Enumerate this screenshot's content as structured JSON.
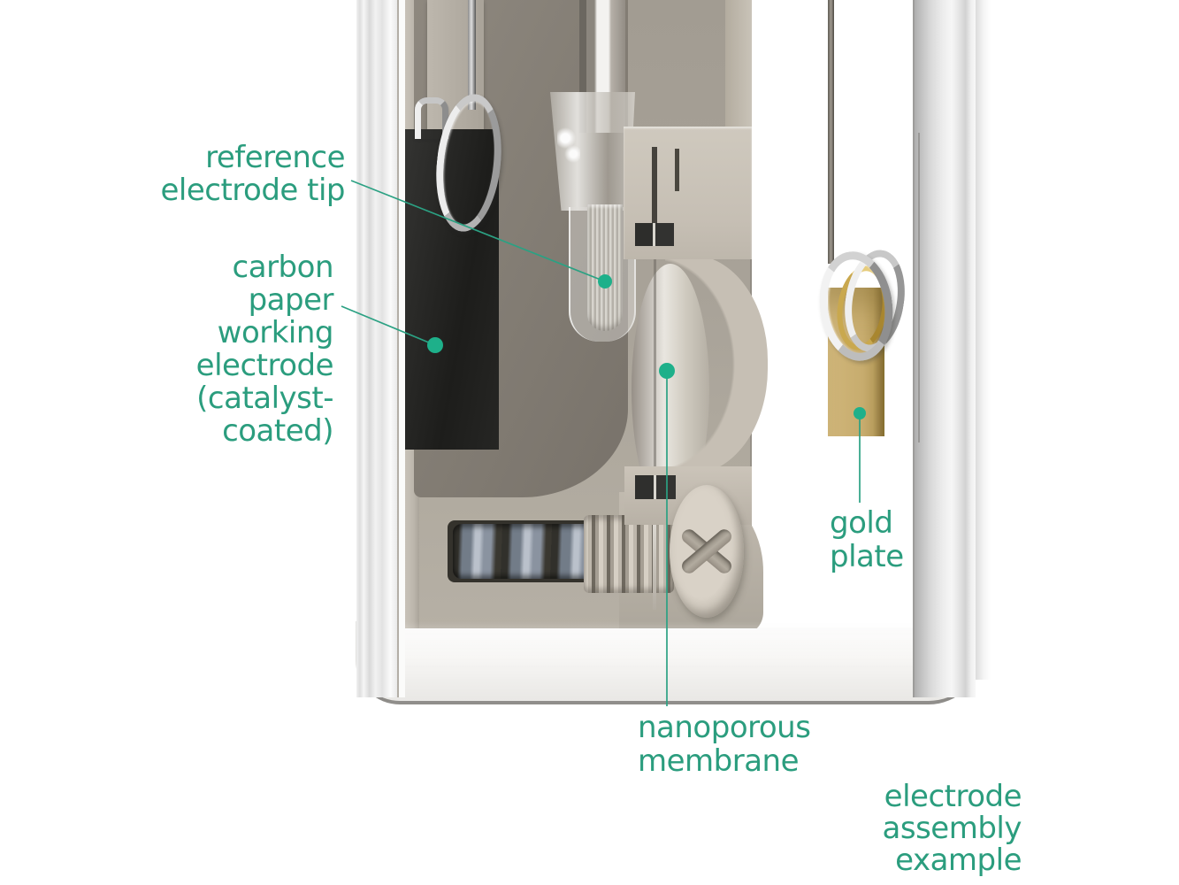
{
  "colors": {
    "label": "#2b9d7e",
    "leader": "#2ba183",
    "dot": "#1eb08a",
    "gold": "#c7ac6e",
    "carbon": "#222220",
    "taupe": "#a7a197",
    "beige": "#c6bfb4",
    "glass": "#e8e8e8"
  },
  "labels": {
    "ref_tip": {
      "lines": [
        "reference",
        "electrode tip"
      ]
    },
    "working_electrode": {
      "lines": [
        "carbon",
        "paper",
        "working",
        "electrode",
        "(catalyst-",
        "coated)"
      ]
    },
    "gold_plate": {
      "lines": [
        "gold",
        "plate"
      ]
    },
    "membrane": {
      "lines": [
        "nanoporous",
        "membrane"
      ]
    },
    "caption": {
      "lines": [
        "electrode",
        "assembly",
        "example"
      ]
    }
  }
}
